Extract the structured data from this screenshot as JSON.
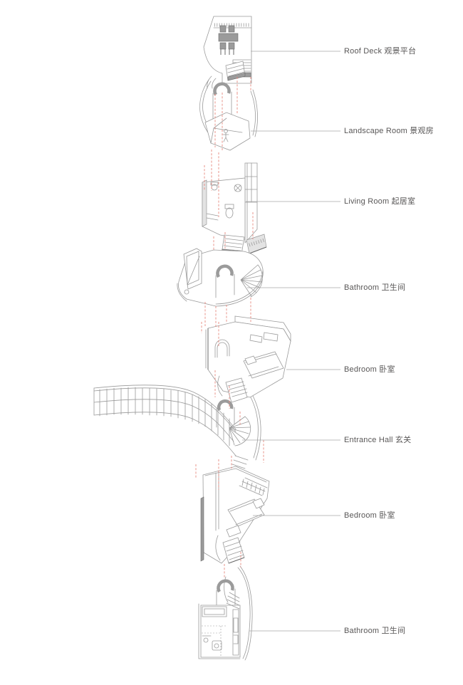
{
  "diagram": {
    "type": "exploded-axonometric-floor-diagram",
    "palette": {
      "line": "#9a9a9a",
      "line_dark": "#6a6a6a",
      "fill_gray": "#e3e3e3",
      "dark_fill": "#9b9b9b",
      "red_dash": "#e8897f",
      "leader": "#a8a8a8",
      "label_text": "#595757",
      "bg": "#ffffff"
    },
    "floors": [
      {
        "en": "Roof Deck",
        "zh": "观景平台",
        "label": "Roof Deck 观景平台"
      },
      {
        "en": "Landscape Room",
        "zh": "景观房",
        "label": "Landscape Room 景观房"
      },
      {
        "en": "Living Room",
        "zh": "起居室",
        "label": "Living Room 起居室"
      },
      {
        "en": "Bathroom",
        "zh": "卫生间",
        "label": "Bathroom 卫生间"
      },
      {
        "en": "Bedroom",
        "zh": "卧室",
        "label": "Bedroom 卧室"
      },
      {
        "en": "Entrance Hall",
        "zh": "玄关",
        "label": "Entrance Hall 玄关"
      },
      {
        "en": "Bedroom",
        "zh": "卧室",
        "label": "Bedroom 卧室"
      },
      {
        "en": "Bathroom",
        "zh": "卫生间",
        "label": "Bathroom 卫生间"
      }
    ]
  }
}
